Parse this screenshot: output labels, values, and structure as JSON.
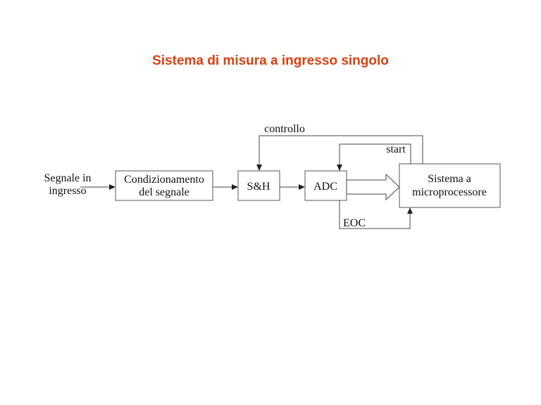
{
  "slide": {
    "title": "Sistema di misura a ingresso singolo",
    "title_color": "#d9400f"
  },
  "diagram": {
    "input_label": [
      "Segnale in",
      "ingresso"
    ],
    "blocks": {
      "conditioning": [
        "Condizionamento",
        "del segnale"
      ],
      "sample_hold": "S&H",
      "adc": "ADC",
      "microprocessor": [
        "Sistema a",
        "microprocessore"
      ]
    },
    "signals": {
      "control": "controllo",
      "start": "start",
      "eoc": "EOC"
    }
  }
}
